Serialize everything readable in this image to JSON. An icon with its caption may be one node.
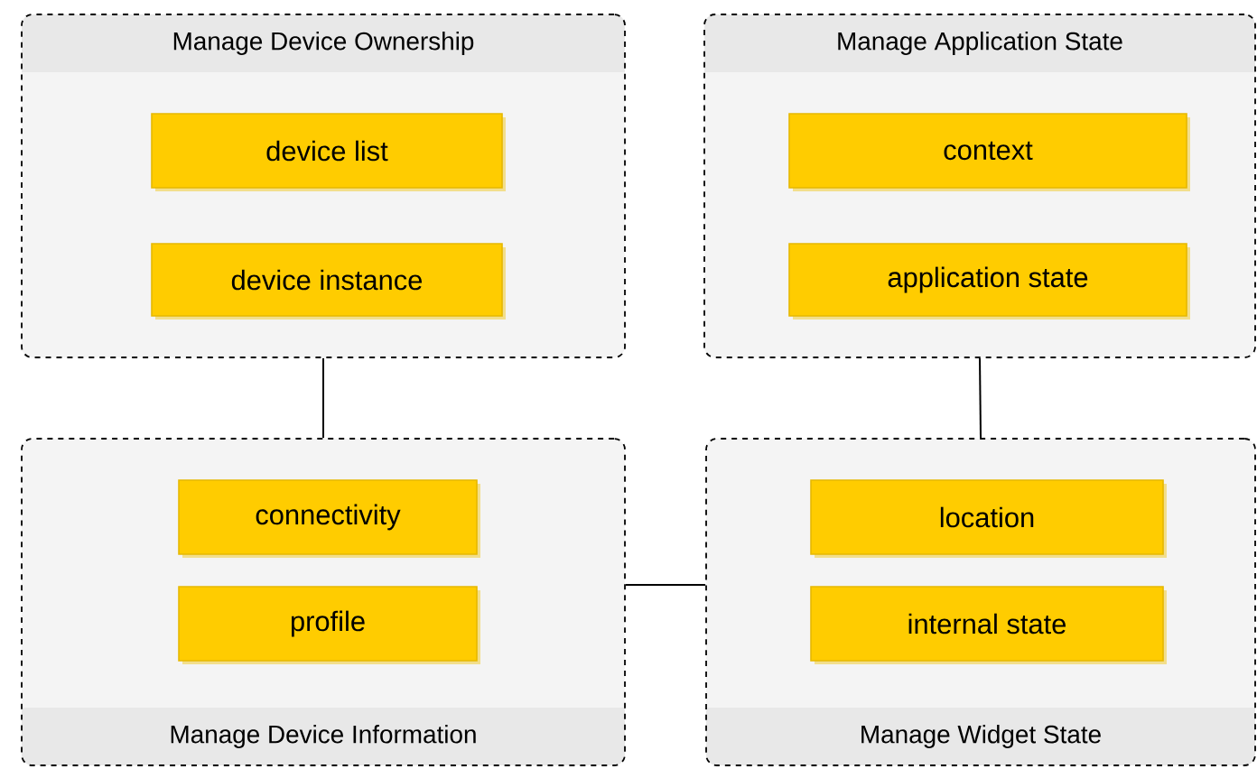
{
  "diagram": {
    "nodes": [
      {
        "text": [
          "Manage Device Ownership"
        ]
      },
      {
        "text": [
          "device list"
        ],
        "in": 0
      },
      {
        "text": [
          "device instance"
        ],
        "in": 0
      },
      {
        "text": [
          "Manage Application State"
        ]
      },
      {
        "text": [
          "context"
        ],
        "in": 3
      },
      {
        "text": [
          "application state"
        ],
        "in": 3
      },
      {
        "text": [
          "Manage Device Information"
        ]
      },
      {
        "text": [
          "connectivity"
        ],
        "in": 6
      },
      {
        "text": [
          "profile"
        ],
        "in": 6
      },
      {
        "text": [
          "Manage Widget State"
        ]
      },
      {
        "text": [
          "location"
        ],
        "in": 9
      },
      {
        "text": [
          "internal state"
        ],
        "in": 9
      }
    ],
    "edges": [
      {
        "from": 0,
        "to": 6,
        "arrow": "none"
      },
      {
        "from": 3,
        "to": 9,
        "arrow": "none"
      },
      {
        "from": 6,
        "to": 9,
        "arrow": "none"
      }
    ]
  }
}
